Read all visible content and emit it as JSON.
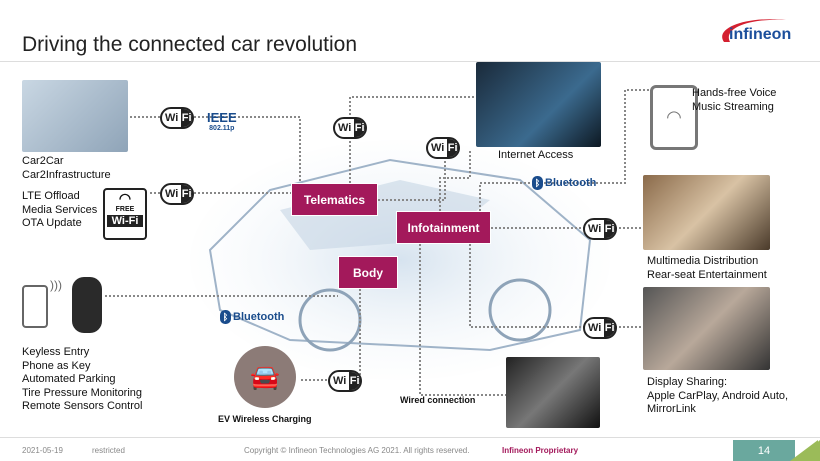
{
  "header": {
    "title": "Driving the connected car revolution",
    "logo_text": "infineon"
  },
  "boxes": {
    "telematics": "Telematics",
    "infotainment": "Infotainment",
    "body": "Body"
  },
  "labels": {
    "car2car": [
      "Car2Car",
      "Car2Infrastructure"
    ],
    "lte": [
      "LTE Offload",
      "Media Services",
      "OTA Update"
    ],
    "keyless": [
      "Keyless Entry",
      "Phone as Key",
      "Automated Parking",
      "Tire Pressure Monitoring",
      "Remote Sensors Control"
    ],
    "ev": "EV Wireless Charging",
    "internet": "Internet Access",
    "handsfree": [
      "Hands-free Voice",
      "Music Streaming"
    ],
    "multimedia": [
      "Multimedia Distribution",
      "Rear-seat Entertainment"
    ],
    "display": [
      "Display Sharing:",
      "Apple CarPlay, Android Auto,",
      "MirrorLink"
    ],
    "wired": "Wired connection"
  },
  "badges": {
    "wifi_w": "Wi",
    "wifi_f": "Fi",
    "ieee": "IEEE",
    "ieee_sub": "802.11p",
    "bluetooth": "Bluetooth",
    "free": "FREE",
    "free_wifi": "Wi-Fi"
  },
  "footer": {
    "date": "2021-05-19",
    "classification": "restricted",
    "copyright": "Copyright © Infineon Technologies AG 2021. All rights reserved.",
    "proprietary": "Infineon  Proprietary",
    "page": "14"
  },
  "colors": {
    "accent": "#a3195b",
    "teal": "#6aa89e",
    "green": "#9bbb59"
  }
}
